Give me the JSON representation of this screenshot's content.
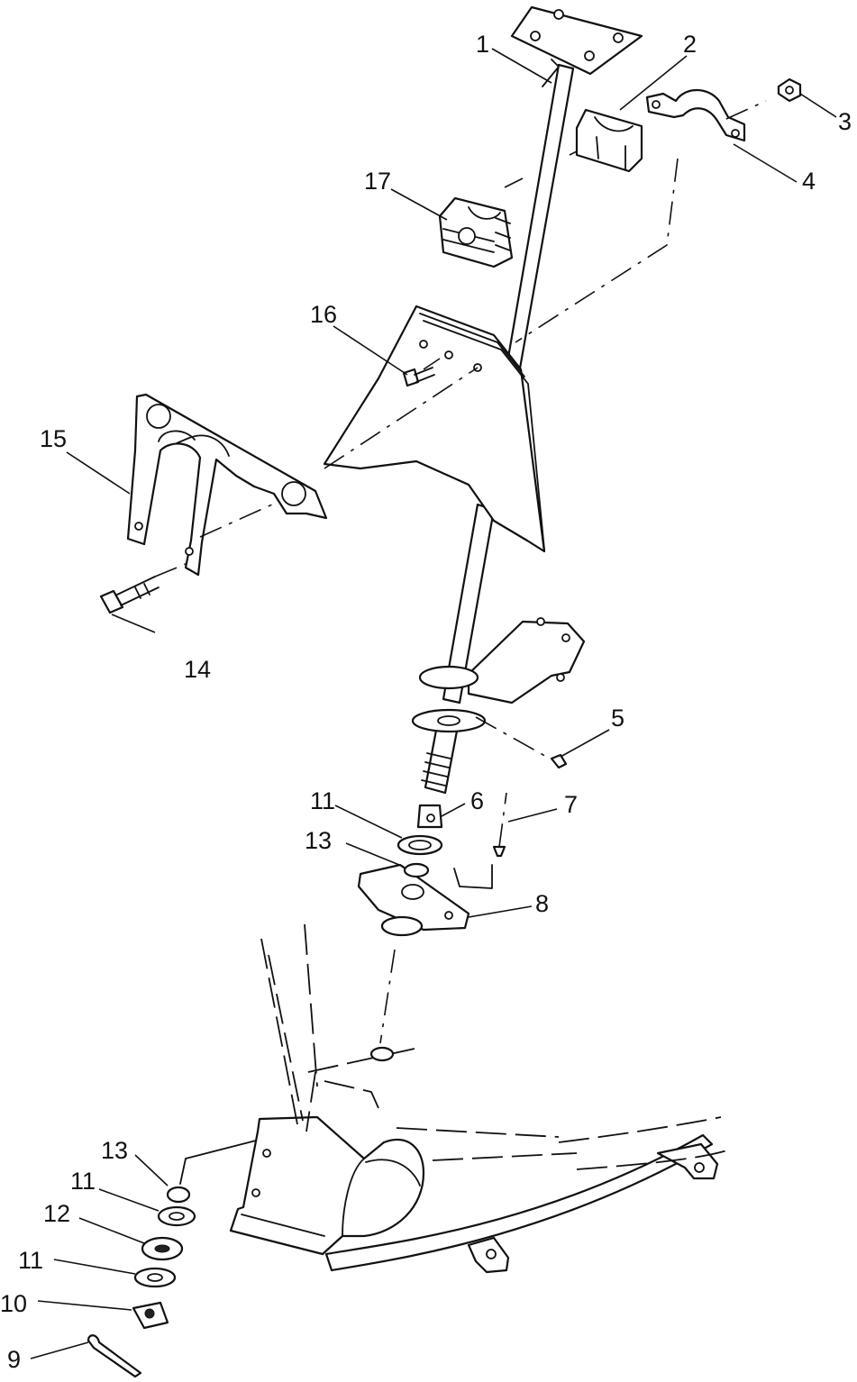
{
  "callouts": {
    "c1": "1",
    "c2": "2",
    "c3": "3",
    "c4": "4",
    "c5": "5",
    "c6": "6",
    "c7": "7",
    "c8": "8",
    "c9": "9",
    "c10": "10",
    "c11_upper": "11",
    "c11_middle": "11",
    "c11_lower": "11",
    "c12": "12",
    "c13_upper": "13",
    "c13_lower": "13",
    "c14": "14",
    "c15": "15",
    "c16": "16",
    "c17": "17"
  }
}
